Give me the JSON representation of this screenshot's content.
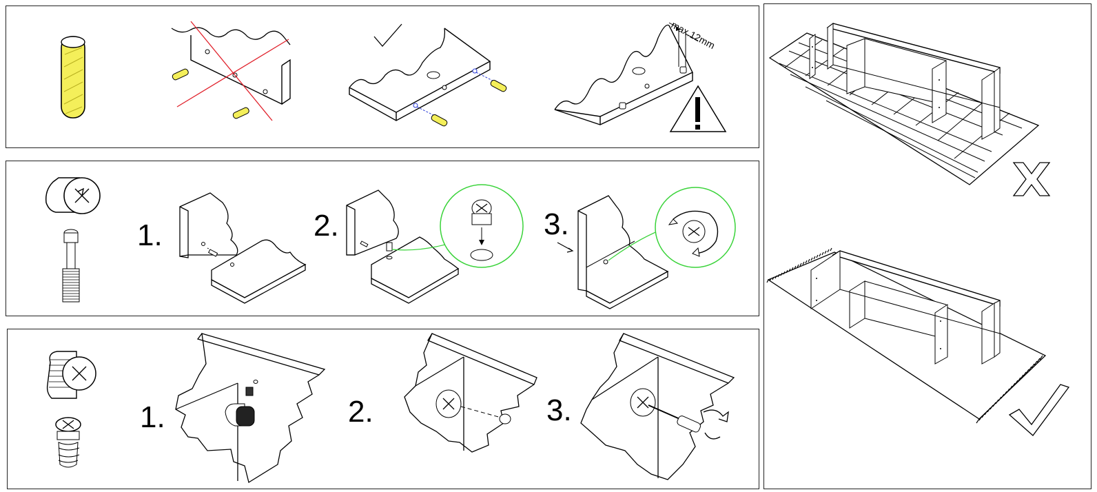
{
  "panels": [
    {
      "name": "dowel-insertion",
      "steps": []
    },
    {
      "name": "cam-lock-assembly",
      "steps": [
        "1.",
        "2.",
        "3."
      ]
    },
    {
      "name": "cam-screw-assembly",
      "steps": [
        "1.",
        "2.",
        "3."
      ]
    },
    {
      "name": "assemble-on-soft-surface",
      "steps": []
    }
  ],
  "dowels": {
    "max_depth_label": "max.12mm"
  },
  "cams": {
    "step1": "1.",
    "step2": "2.",
    "step3": "3."
  },
  "screws": {
    "step1": "1.",
    "step2": "2.",
    "step3": "3."
  },
  "marks": {
    "correct": "check-mark-icon",
    "wrong": "cross-mark-icon",
    "warning": "warning-triangle-icon"
  },
  "colors": {
    "dowel": "#f4ef5a",
    "wrong_line": "#e0202a",
    "magnifier": "#39d339",
    "dowel_hole": "#2a3bd6"
  }
}
